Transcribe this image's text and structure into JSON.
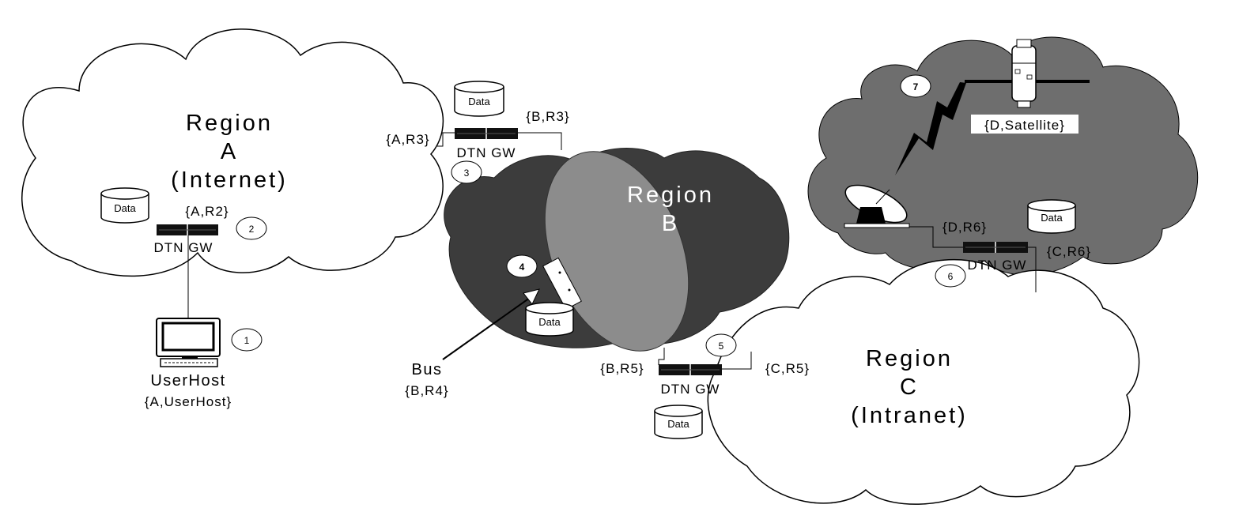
{
  "regions": {
    "a": {
      "name": "Region",
      "letter": "A",
      "note": "(Internet)"
    },
    "b": {
      "name": "Region",
      "letter": "B"
    },
    "c": {
      "name": "Region",
      "letter": "C",
      "note": "(Intranet)"
    }
  },
  "gateway_label": "DTN GW",
  "data_label": "Data",
  "nodes": {
    "userhost": {
      "name": "UserHost",
      "id": "{A,UserHost}",
      "step": "1"
    },
    "gw_a": {
      "id": "{A,R2}",
      "step": "2"
    },
    "gw_ab": {
      "id_a": "{A,R3}",
      "id_b": "{B,R3}",
      "step": "3"
    },
    "bus": {
      "name": "Bus",
      "id": "{B,R4}",
      "step": "4"
    },
    "gw_bc": {
      "id_b": "{B,R5}",
      "id_c": "{C,R5}",
      "step": "5"
    },
    "gw_cd": {
      "id_d": "{D,R6}",
      "id_c": "{C,R6}",
      "step": "6"
    },
    "satellite": {
      "id": "{D,Satellite}",
      "step": "7"
    }
  },
  "colors": {
    "region_b_dark": "#3c3c3c",
    "region_b_light": "#8c8c8c",
    "region_d": "#6e6e6e",
    "outline": "#000000"
  }
}
